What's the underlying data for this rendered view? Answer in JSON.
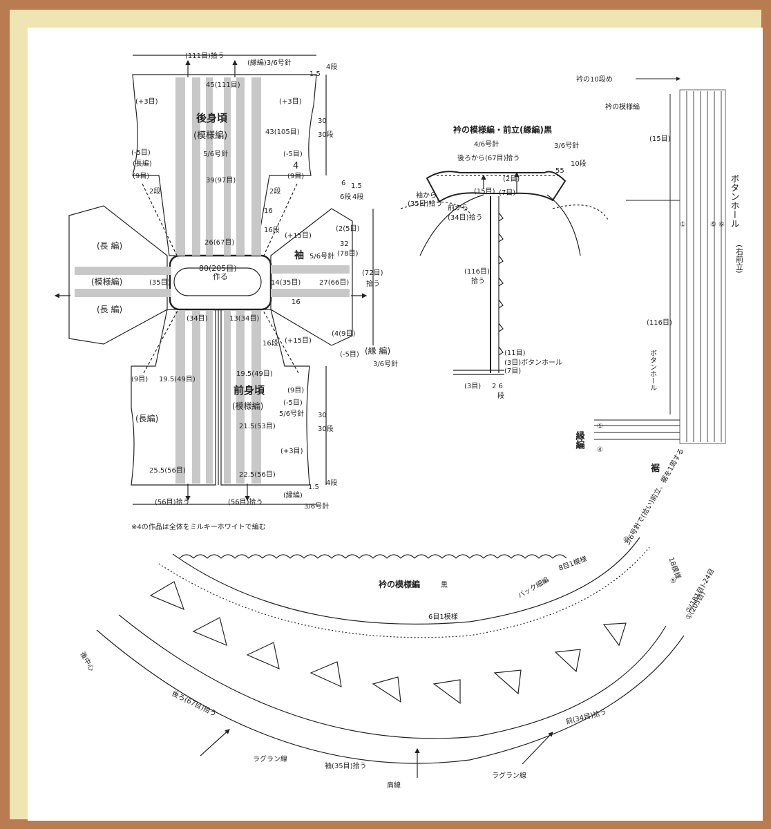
{
  "body": {
    "top_pick": "(111目)拾う",
    "top_edge": "(縁編)3/6号針",
    "top_rows": "4段",
    "top_h": "1.5",
    "w45": "45(111目)",
    "back_title": "後身頃",
    "back_pattern": "(模様編)",
    "w43": "43(105目)",
    "needle56": "5/6号針",
    "plus3": "(+3目)",
    "minus5": "(-5目)",
    "long_st": "(長編)",
    "st9": "(9目)",
    "n4": "4",
    "w39": "39(97目)",
    "r2": "2段",
    "h30": "30",
    "h30r": "30段",
    "h1_5": "1.5",
    "r6": "6",
    "r6b": "6段",
    "r4": "4段",
    "h16": "16",
    "h16r": "16段",
    "w26": "26(67目)",
    "plus15": "(+15目)",
    "c80": "80(205目)",
    "make": "作る",
    "sleeve": "袖",
    "st35": "(35目)",
    "w14": "14(35目)",
    "w27": "27(66目)",
    "w32": "32",
    "w32b": "(78目)",
    "st72": "(72目)",
    "pick": "拾う",
    "l_long": "(長 編)",
    "l_pattern": "(模様編)",
    "st34": "(34目)",
    "w13": "13(34目)",
    "st5": "(2(5目)",
    "st4": "(4(9目)",
    "edge_r": "(縁 編)",
    "needle36": "3/6号針",
    "w19_l": "19.5(49目)",
    "w19_r": "19.5(49目)",
    "front_title": "前身頃",
    "front_pattern": "(模様編)",
    "w21": "21.5(53目)",
    "w25": "25.5(56目)",
    "w22": "22.5(56目)",
    "bot_edge": "(縁編)",
    "bot_needle": "3/6号針",
    "bot_pick_l": "(56目)拾う",
    "bot_pick_r": "(56目)拾う",
    "note": "※4の作品は全体をミルキーホワイトで編む"
  },
  "collar": {
    "title": "衿の模様編・前立(縁編)黒",
    "needle46": "4/6号針",
    "needle36": "3/6号針",
    "back_pick": "後ろから(67目)拾う",
    "r55": "55",
    "r10": "10段",
    "r2": "(2目)",
    "sleeve_pick": "袖から",
    "sleeve_pick2": "(35目)拾う",
    "st15": "(15目)",
    "st7": "(7目)",
    "front_pick": "前から",
    "front_pick2": "(34目)拾う",
    "st116": "(116目)",
    "pick": "拾う",
    "st11": "(11目)",
    "st3bh": "(3目)ボタンホール",
    "st7b": "(7目)",
    "st3": "(3目)",
    "r26": "2 6",
    "r26b": "段"
  },
  "placket": {
    "collar_end": "衿の10段め",
    "collar_pattern": "衿の模様編",
    "st15": "(15目)",
    "st116": "(116目)",
    "button_hole_v": "ボタンホール",
    "right_front": "(右前立)",
    "bh": "ボタンホール",
    "m1": "①",
    "m5": "⑤",
    "m6": "⑥",
    "edge": "縁編",
    "edge1": "①",
    "edge4": "④",
    "hem": "裾"
  },
  "chart": {
    "title": "衿の模様編",
    "title_color": "黒",
    "back_center": "後中心",
    "back_pick": "後ろ(67目)拾う",
    "raglan": "ラグラン線",
    "sleeve_pick": "袖(35目)拾う",
    "shoulder": "肩線",
    "raglan2": "ラグラン線",
    "front_pick": "前(34目)拾う",
    "six_rep": "6目1模様",
    "eight_rep": "8目1模様",
    "back_sc": "バック細編",
    "side_note": "3/6号針で(拾い)前立、裾を1周する",
    "rep18": "18模様",
    "r10": "⑩",
    "r5": "⑤",
    "r2": "②(181目)-24目",
    "r1": "①(205目)"
  }
}
